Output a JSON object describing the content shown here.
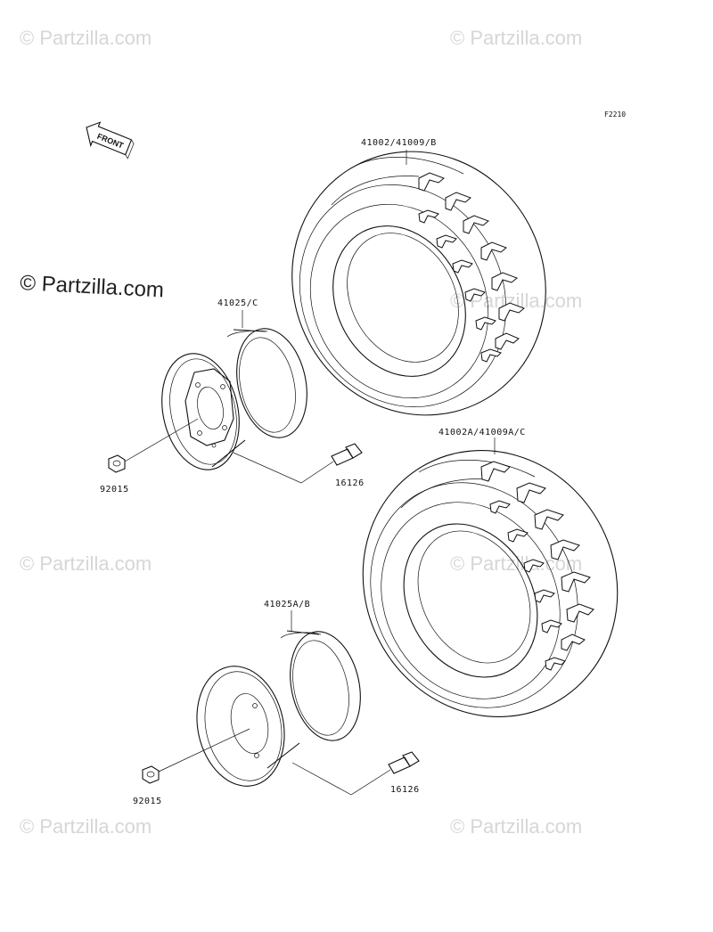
{
  "figure_code": "F2210",
  "front_label": "FRONT",
  "watermark_text": "© Partzilla.com",
  "watermark_main": "© Partzilla.com",
  "parts": {
    "tire_rear": "41002/41009/B",
    "tire_front": "41002A/41009A/C",
    "wheel_upper": "41025/C",
    "wheel_lower": "41025A/B",
    "nut_upper": "92015",
    "nut_lower": "92015",
    "valve_upper": "16126",
    "valve_lower": "16126"
  },
  "colors": {
    "ink": "#111111",
    "watermark": "#d6d6d6",
    "background": "#ffffff"
  }
}
